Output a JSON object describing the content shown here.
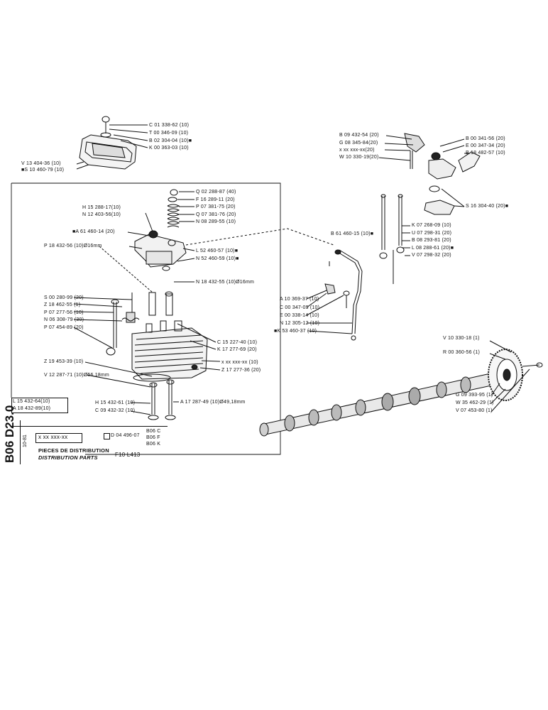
{
  "doc_code": "B06 D23.0",
  "doc_date": "10-81",
  "title_fr": "PIECES DE DISTRIBUTION",
  "title_en": "DISTRIBUTION PARTS",
  "model": "F10 L413",
  "ref_block": "x xx xxx-xx",
  "ref_alt": "D 04 496-07",
  "variants": [
    "B06 C",
    "B06 F",
    "B06 K"
  ],
  "side_refs": [
    "L 15 432-64(10)",
    "A 18 432-89(10)"
  ],
  "rocker_cover_parts": [
    "C 01 338-62 (10)",
    "T 00 346-09 (10)",
    "B 02 304-04 (10)■",
    "K 00 363-03 (10)",
    "V 13 404-36 (10)",
    "■S 10 460-79 (10)"
  ],
  "head_parts_right": [
    "Q 02 288-87 (40)",
    "F 16 289-11 (20)",
    "P 07 381-75 (20)",
    "Q 07 381-76 (20)",
    "N 08 289-55 (10)",
    "L 52 460-57 (10)■",
    "N 52 460-59 (10)■",
    "N 18 432-55 (10)Ø16mm",
    "C 15 227-40 (10)",
    "K 17 277-69 (20)",
    "x xx xxx-xx (10)",
    "Z 17 277-36 (20)",
    "A 17 287-49 (10)Ø49,18mm"
  ],
  "head_parts_left": [
    "H 15 288-17(10)",
    "N 12 403-56(10)",
    "■A 61 460-14 (20)",
    "P 18 432-56 (10)Ø16mm",
    "S 00 280-99 (20)",
    "Z 18 462-55 (1)",
    "P 07 277-56 (10)",
    "N 06 308-79 (30)",
    "P 07 454-89 (20)",
    "Z 19 453-39 (10)",
    "V 12 287-71 (10)Ø56,18mm",
    "H 15 432-61 (10)",
    "C 09 432-32 (10)"
  ],
  "pushrod_parts": [
    "B 61 460-15 (10)■",
    "A 10 369-37 (10)",
    "C 00 347-09 (10)",
    "E 00 338-14 (10)",
    "N 12 305-12 (10)",
    "■K 53 460-37 (10)"
  ],
  "rocker_parts_left": [
    "B 09 432-54 (20)",
    "G 08 345-84(20)",
    "x xx xxx-xx(20)",
    "W 10 330-19(20)"
  ],
  "rocker_parts_right": [
    "B 00 341-56 (20)",
    "E 00 347-34 (20)",
    "B 18 482-57 (10)",
    "S 16 304-40 (20)■",
    "K 07 268-09 (10)",
    "U 07 298-31 (20)",
    "B 08 293-81 (20)",
    "L 08 288-61 (20)■",
    "V 07 298-32 (20)"
  ],
  "camshaft_parts": [
    "V 10 330-18 (1)",
    "R 00 360-56 (1)",
    "G 09 393-95 (1)",
    "W 35 462-29 (1)",
    "V 07 453-80 (1)"
  ]
}
